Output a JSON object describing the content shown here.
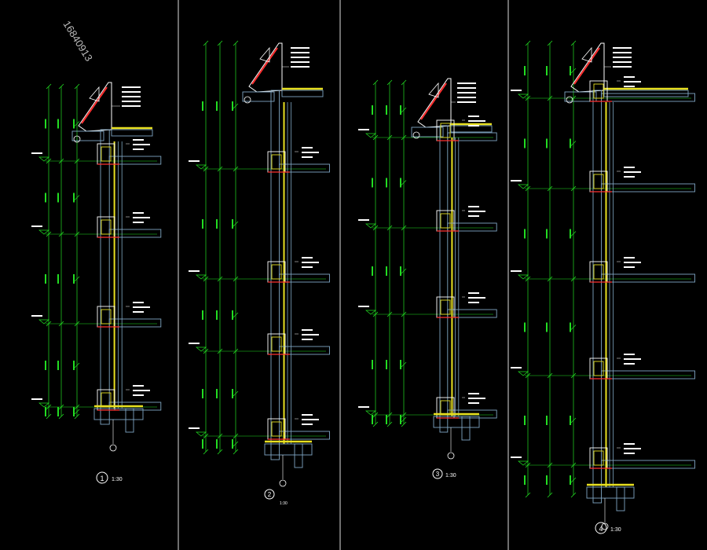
{
  "colors": {
    "background": "#000000",
    "dimension": "#22dd22",
    "structure": "#7fa6c2",
    "glazing": "#e8e020",
    "annotation": "#ffffff",
    "highlight": "#ff3030",
    "frame": "#dddddd"
  },
  "watermark": "16840913",
  "details": [
    {
      "number": "1",
      "scale": "1:30"
    },
    {
      "number": "2",
      "scale": "1:30"
    },
    {
      "number": "3",
      "scale": "1:30"
    },
    {
      "number": "4",
      "scale": "1:30"
    }
  ]
}
